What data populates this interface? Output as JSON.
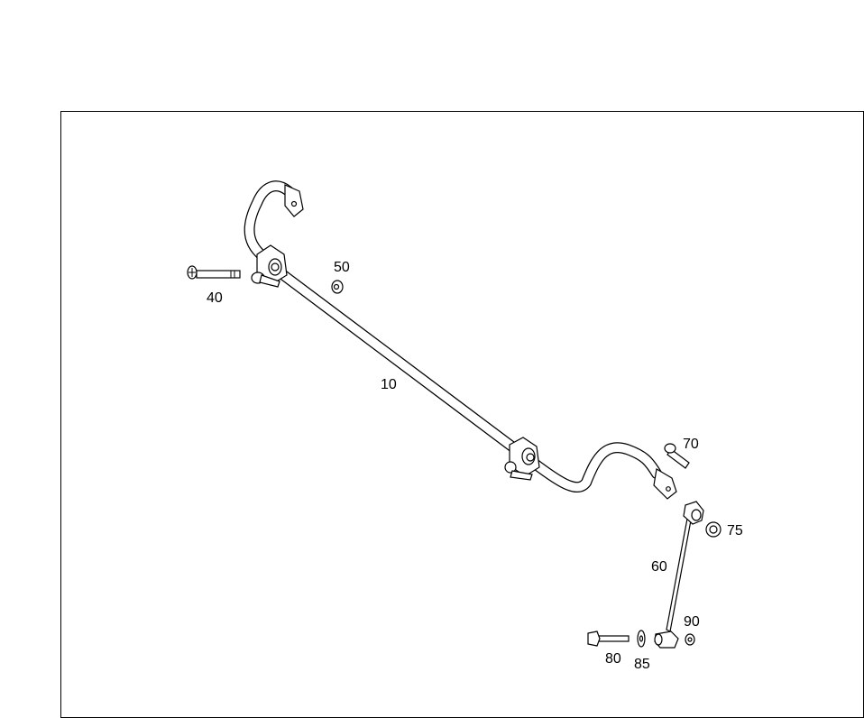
{
  "diagram": {
    "type": "exploded parts diagram",
    "part_labels": {
      "stabilizer_bar": "10",
      "bolt_left": "40",
      "nut_left": "50",
      "link_rod": "60",
      "bolt_upper": "70",
      "nut_upper": "75",
      "bolt_lower": "80",
      "washer": "85",
      "nut_lower": "90"
    }
  }
}
